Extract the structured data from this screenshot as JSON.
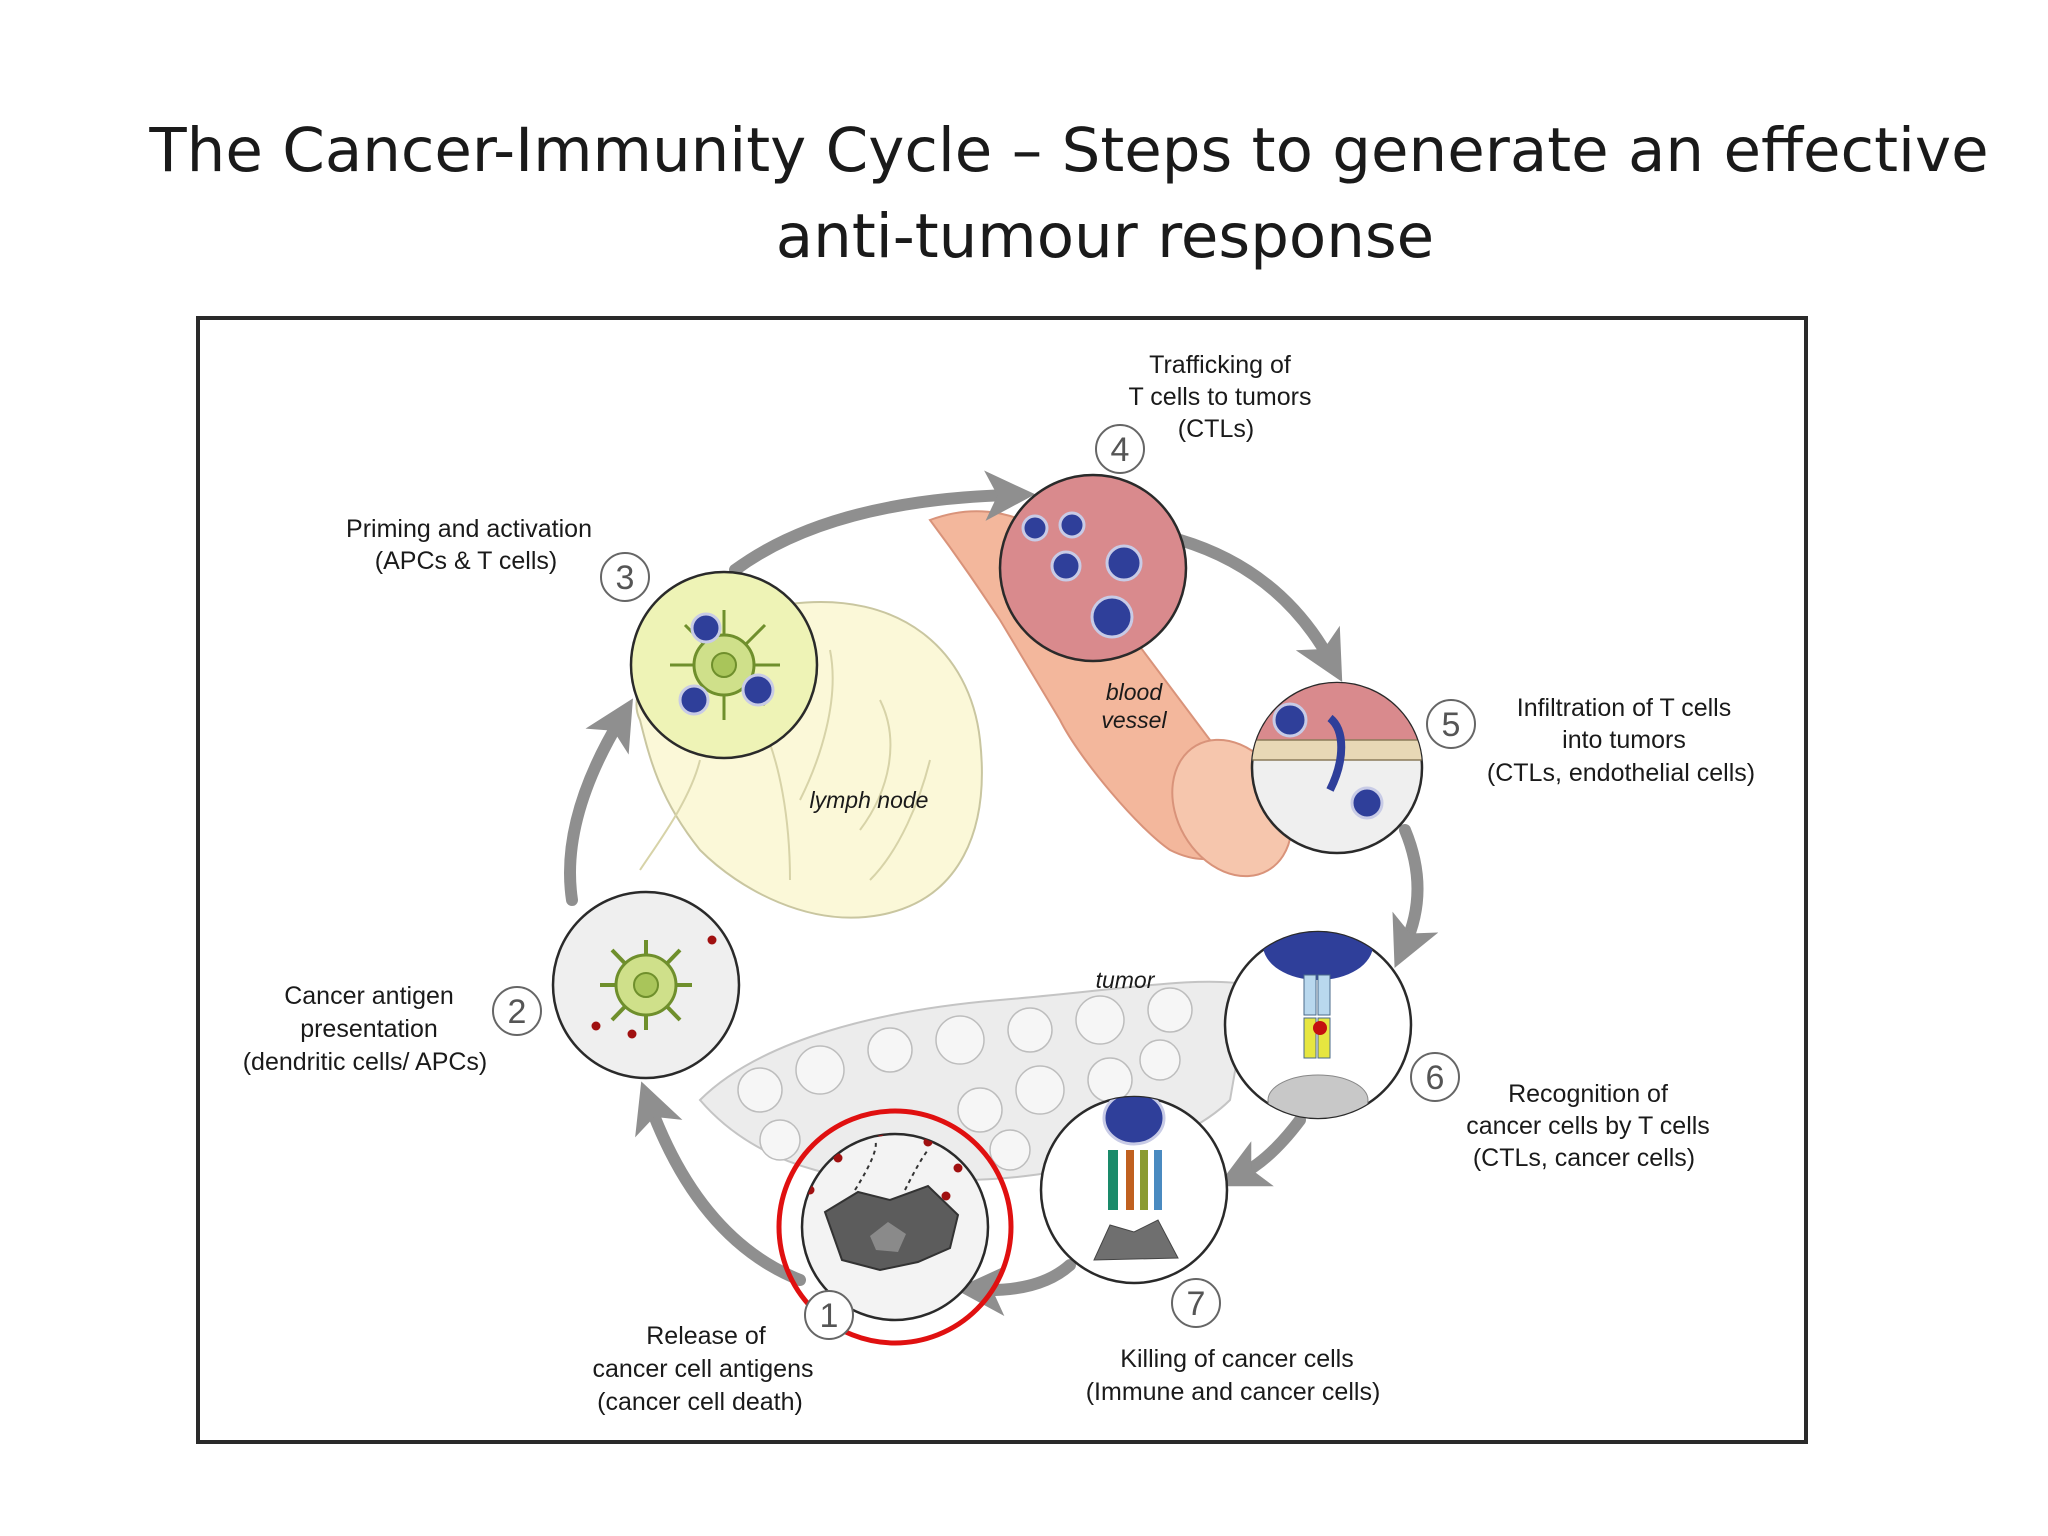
{
  "title": {
    "line1": "The Cancer-Immunity Cycle – Steps to generate an  effective",
    "line2": "anti-tumour response"
  },
  "steps": [
    {
      "number": "1",
      "lines": [
        "Release of",
        "cancer cell antigens",
        "(cancer cell death)"
      ]
    },
    {
      "number": "2",
      "lines": [
        "Cancer antigen",
        "presentation",
        "(dendritic cells/ APCs)"
      ]
    },
    {
      "number": "3",
      "lines": [
        "Priming and activation",
        "(APCs & T cells)"
      ]
    },
    {
      "number": "4",
      "lines": [
        "Trafficking of",
        "T cells to tumors",
        "(CTLs)"
      ]
    },
    {
      "number": "5",
      "lines": [
        "Infiltration of T cells",
        "into tumors",
        "(CTLs, endothelial cells)"
      ]
    },
    {
      "number": "6",
      "lines": [
        "Recognition of",
        "cancer cells by T cells",
        "(CTLs, cancer cells)"
      ]
    },
    {
      "number": "7",
      "lines": [
        "Killing of cancer cells",
        "(Immune and cancer cells)"
      ]
    }
  ],
  "region_labels": {
    "lymph_node": "lymph node",
    "blood_vessel_1": "blood",
    "blood_vessel_2": "vessel",
    "tumor": "tumor"
  },
  "colors": {
    "arrow": "#8f8f8f",
    "t_cell": "#2f3f9a",
    "lymph": "#fbf8d8",
    "vessel": "#f2b79a",
    "highlight": "#e01010",
    "dendritic": "#c8dc78"
  }
}
